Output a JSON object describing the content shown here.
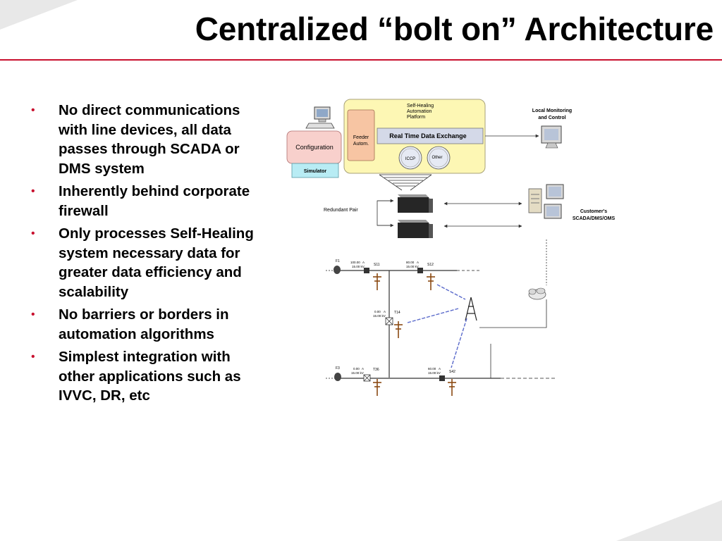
{
  "title": "Centralized “bolt on” Architecture",
  "bullets": [
    "No direct communications with line devices, all data passes through SCADA or DMS system",
    "Inherently behind corporate firewall",
    "Only processes Self-Healing system necessary data for greater data efficiency and scalability",
    "No barriers or borders in automation algorithms",
    "Simplest integration with other applications such as  IVVC, DR, etc"
  ],
  "bullet_marker": "•",
  "colors": {
    "accent": "#c8102e",
    "platform_fill": "#fdf7b4",
    "config_fill": "#f8d0cc",
    "feeder_fill": "#f7c5a3",
    "simulator_fill": "#b8ecf4"
  },
  "diagram": {
    "platform_label": [
      "Self-Healing",
      "Automation",
      "Platform"
    ],
    "feeder_label": [
      "Feeder",
      "Autom."
    ],
    "rtde_label": "Real Time Data Exchange",
    "iccp_label": "ICCP",
    "other_label": "Other",
    "configuration_label": "Configuration",
    "simulator_label": "Simulator",
    "local_label": [
      "Local Monitoring",
      "and Control"
    ],
    "redundant_label": "Redundant Pair",
    "customer_label": [
      "Customer's",
      "SCADA/DMS/OMS"
    ],
    "icons": [
      "workstation-icon",
      "monitor-icon",
      "server-icon",
      "server-tower-icon",
      "cloud-icon",
      "radio-tower-icon",
      "utility-pole-icon"
    ],
    "line": {
      "f1": "F1",
      "f3": "F3",
      "s11": {
        "id": "S11",
        "amps": "100.00",
        "unit_a": "A",
        "kv": "15.00 kV"
      },
      "s12": {
        "id": "S12",
        "amps": "80.00",
        "unit_a": "A",
        "kv": "15.00 kV"
      },
      "t14": {
        "id": "T14",
        "amps": "0.00",
        "unit_a": "A",
        "kv": "15.00 kV"
      },
      "t36": {
        "id": "T36",
        "amps": "0.00",
        "unit_a": "A",
        "kv": "15.00 kV"
      },
      "s42": {
        "id": "S42",
        "amps": "60.00",
        "unit_a": "A",
        "kv": "15.00 kV"
      }
    }
  }
}
